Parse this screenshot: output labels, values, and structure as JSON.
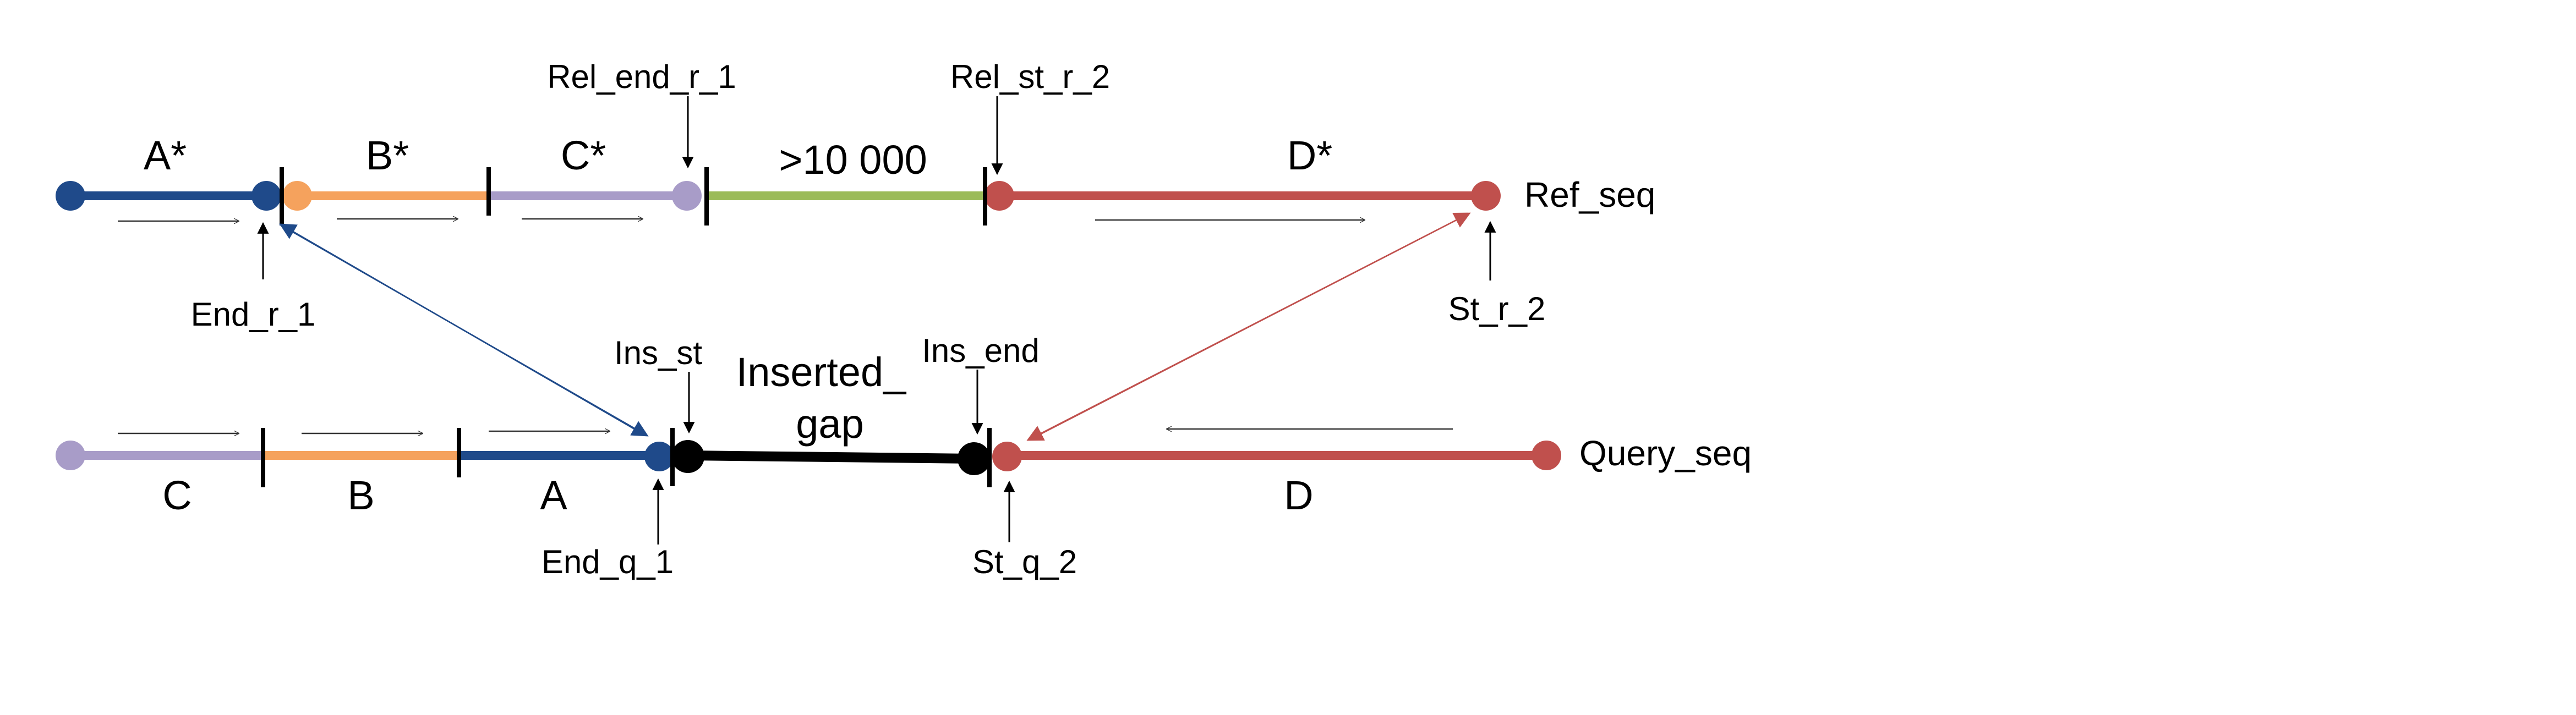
{
  "colors": {
    "navy": "#1f4a8a",
    "orange": "#f5a25d",
    "lavender": "#a89cc8",
    "green": "#9bbb59",
    "red": "#c0504d",
    "black": "#000000",
    "thin_arrow": "#333333"
  },
  "ref_row": {
    "segment_labels": {
      "a_star": "A*",
      "b_star": "B*",
      "c_star": "C*",
      "gap": ">10 000",
      "d_star": "D*"
    },
    "sequence_label": "Ref_seq",
    "markers": {
      "rel_end_r_1": "Rel_end_r_1",
      "rel_st_r_2": "Rel_st_r_2",
      "end_r_1": "End_r_1",
      "st_r_2": "St_r_2"
    }
  },
  "query_row": {
    "segment_labels": {
      "c": "C",
      "b": "B",
      "a": "A",
      "inserted_line1": "Inserted_",
      "inserted_line2": "gap",
      "d": "D"
    },
    "sequence_label": "Query_seq",
    "markers": {
      "ins_st": "Ins_st",
      "ins_end": "Ins_end",
      "end_q_1": "End_q_1",
      "st_q_2": "St_q_2"
    }
  }
}
